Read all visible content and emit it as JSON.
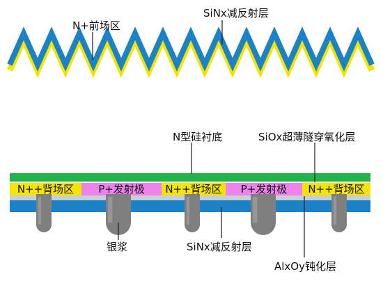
{
  "top_section": {
    "label_n_front_field": "N+前场区",
    "label_sinx_top": "SiNx减反射层"
  },
  "bottom_section": {
    "label_n_substrate": "N型硅衬底",
    "label_siox_tunnel": "SiOx超薄隧穿氧化层",
    "regions": [
      {
        "label": "N++背场区",
        "type": "n"
      },
      {
        "label": "P+发射极",
        "type": "p"
      },
      {
        "label": "N++背场区",
        "type": "n"
      },
      {
        "label": "P+发射极",
        "type": "p"
      },
      {
        "label": "N++背场区",
        "type": "n"
      }
    ],
    "label_silver_paste": "银浆",
    "label_sinx_bottom": "SiNx减反射层",
    "label_alxoy": "AlxOy钝化层"
  },
  "colors": {
    "yellow": "#f5e400",
    "blue": "#1c82c8",
    "green": "#22b24c",
    "magenta": "#ee82ec",
    "grey_light": "#c9ced3",
    "electrode": "#7f7f7f",
    "electrode_highlight": "#a7a7a7",
    "leader_line": "#1a1a1a"
  }
}
